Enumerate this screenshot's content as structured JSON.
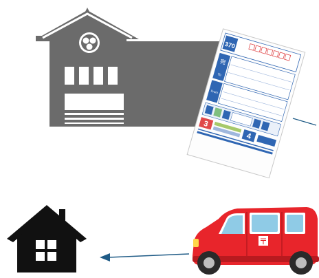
{
  "illustration": {
    "storehouse": {
      "color": "#6b6b6b",
      "crest_icon": "family-crest-icon"
    },
    "envelope": {
      "color_primary": "#2f66b3",
      "color_accent": "#e0484a",
      "fee_badge": "370",
      "kanji_to": "宛",
      "label_from": "From",
      "label_to": "To",
      "boxed_number": "3",
      "corner_number": "4"
    },
    "house": {
      "color": "#111111"
    },
    "van": {
      "body_color": "#e8252b",
      "postal_mark": "〒"
    },
    "arrow": {
      "color": "#1f5b86"
    }
  }
}
